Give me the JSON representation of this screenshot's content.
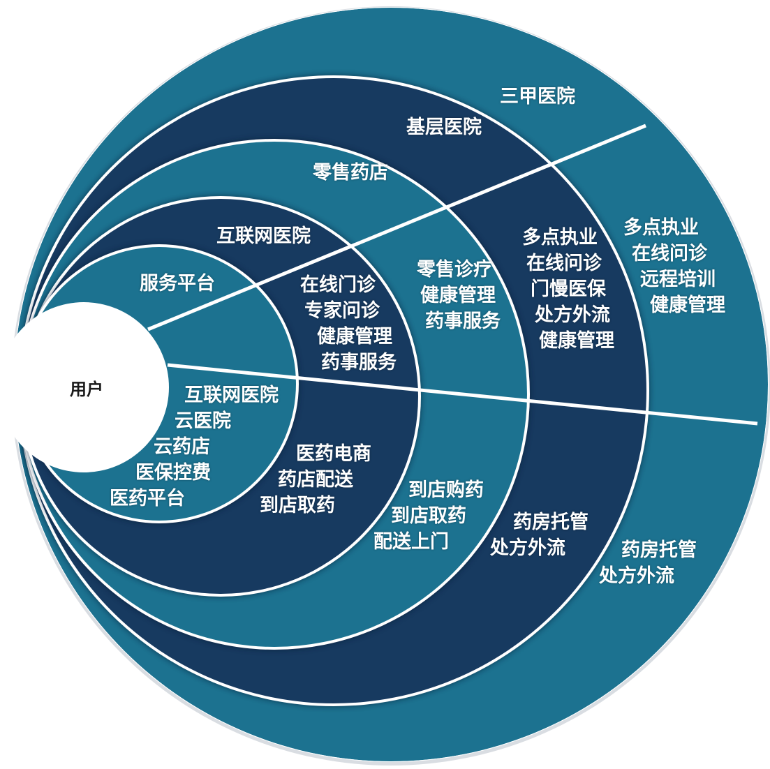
{
  "center": {
    "label": "用户"
  },
  "rings": [
    {
      "name": "服务平台",
      "upper": [],
      "lower": [
        "互联网医院",
        "云医院",
        "云药店",
        "医保控费",
        "医药平台"
      ]
    },
    {
      "name": "互联网医院",
      "upper": [
        "在线门诊",
        "专家问诊",
        "健康管理",
        "药事服务"
      ],
      "lower": [
        "医药电商",
        "药店配送",
        "到店取药"
      ]
    },
    {
      "name": "零售药店",
      "upper": [
        "零售诊疗",
        "健康管理",
        "药事服务"
      ],
      "lower": [
        "到店购药",
        "到店取药",
        "配送上门"
      ]
    },
    {
      "name": "基层医院",
      "upper": [
        "多点执业",
        "在线问诊",
        "门慢医保",
        "处方外流",
        "健康管理"
      ],
      "lower": [
        "药房托管",
        "处方外流"
      ]
    },
    {
      "name": "三甲医院",
      "upper": [
        "多点执业",
        "在线问诊",
        "远程培训",
        "健康管理"
      ],
      "lower": [
        "药房托管",
        "处方外流"
      ]
    }
  ],
  "colors": {
    "teal": "#1c7290",
    "navy": "#173a60",
    "divider": "#ffffff",
    "text": "#ffffff",
    "center_text": "#1a1a1a"
  }
}
